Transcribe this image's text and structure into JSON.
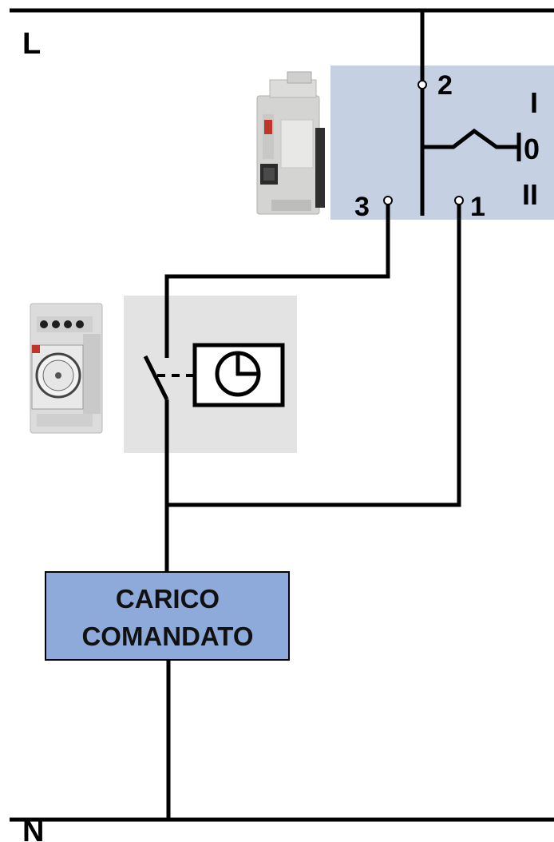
{
  "lines": {
    "phase_label": "L",
    "neutral_label": "N"
  },
  "switch": {
    "terminal_2": "2",
    "terminal_3": "3",
    "terminal_1": "1",
    "position_I": "I",
    "position_0": "0",
    "position_II": "II"
  },
  "load": {
    "line1": "CARICO",
    "line2": "COMANDATO"
  },
  "colors": {
    "wire": "#000000",
    "switch_panel": "#c5d0e3",
    "timer_panel": "#e3e3e3",
    "load_fill": "#8eaadb"
  },
  "icons": {
    "selector_switch_photo": "din-selector-switch-icon",
    "timer_photo": "din-time-switch-icon",
    "clock_symbol": "clock-icon"
  }
}
